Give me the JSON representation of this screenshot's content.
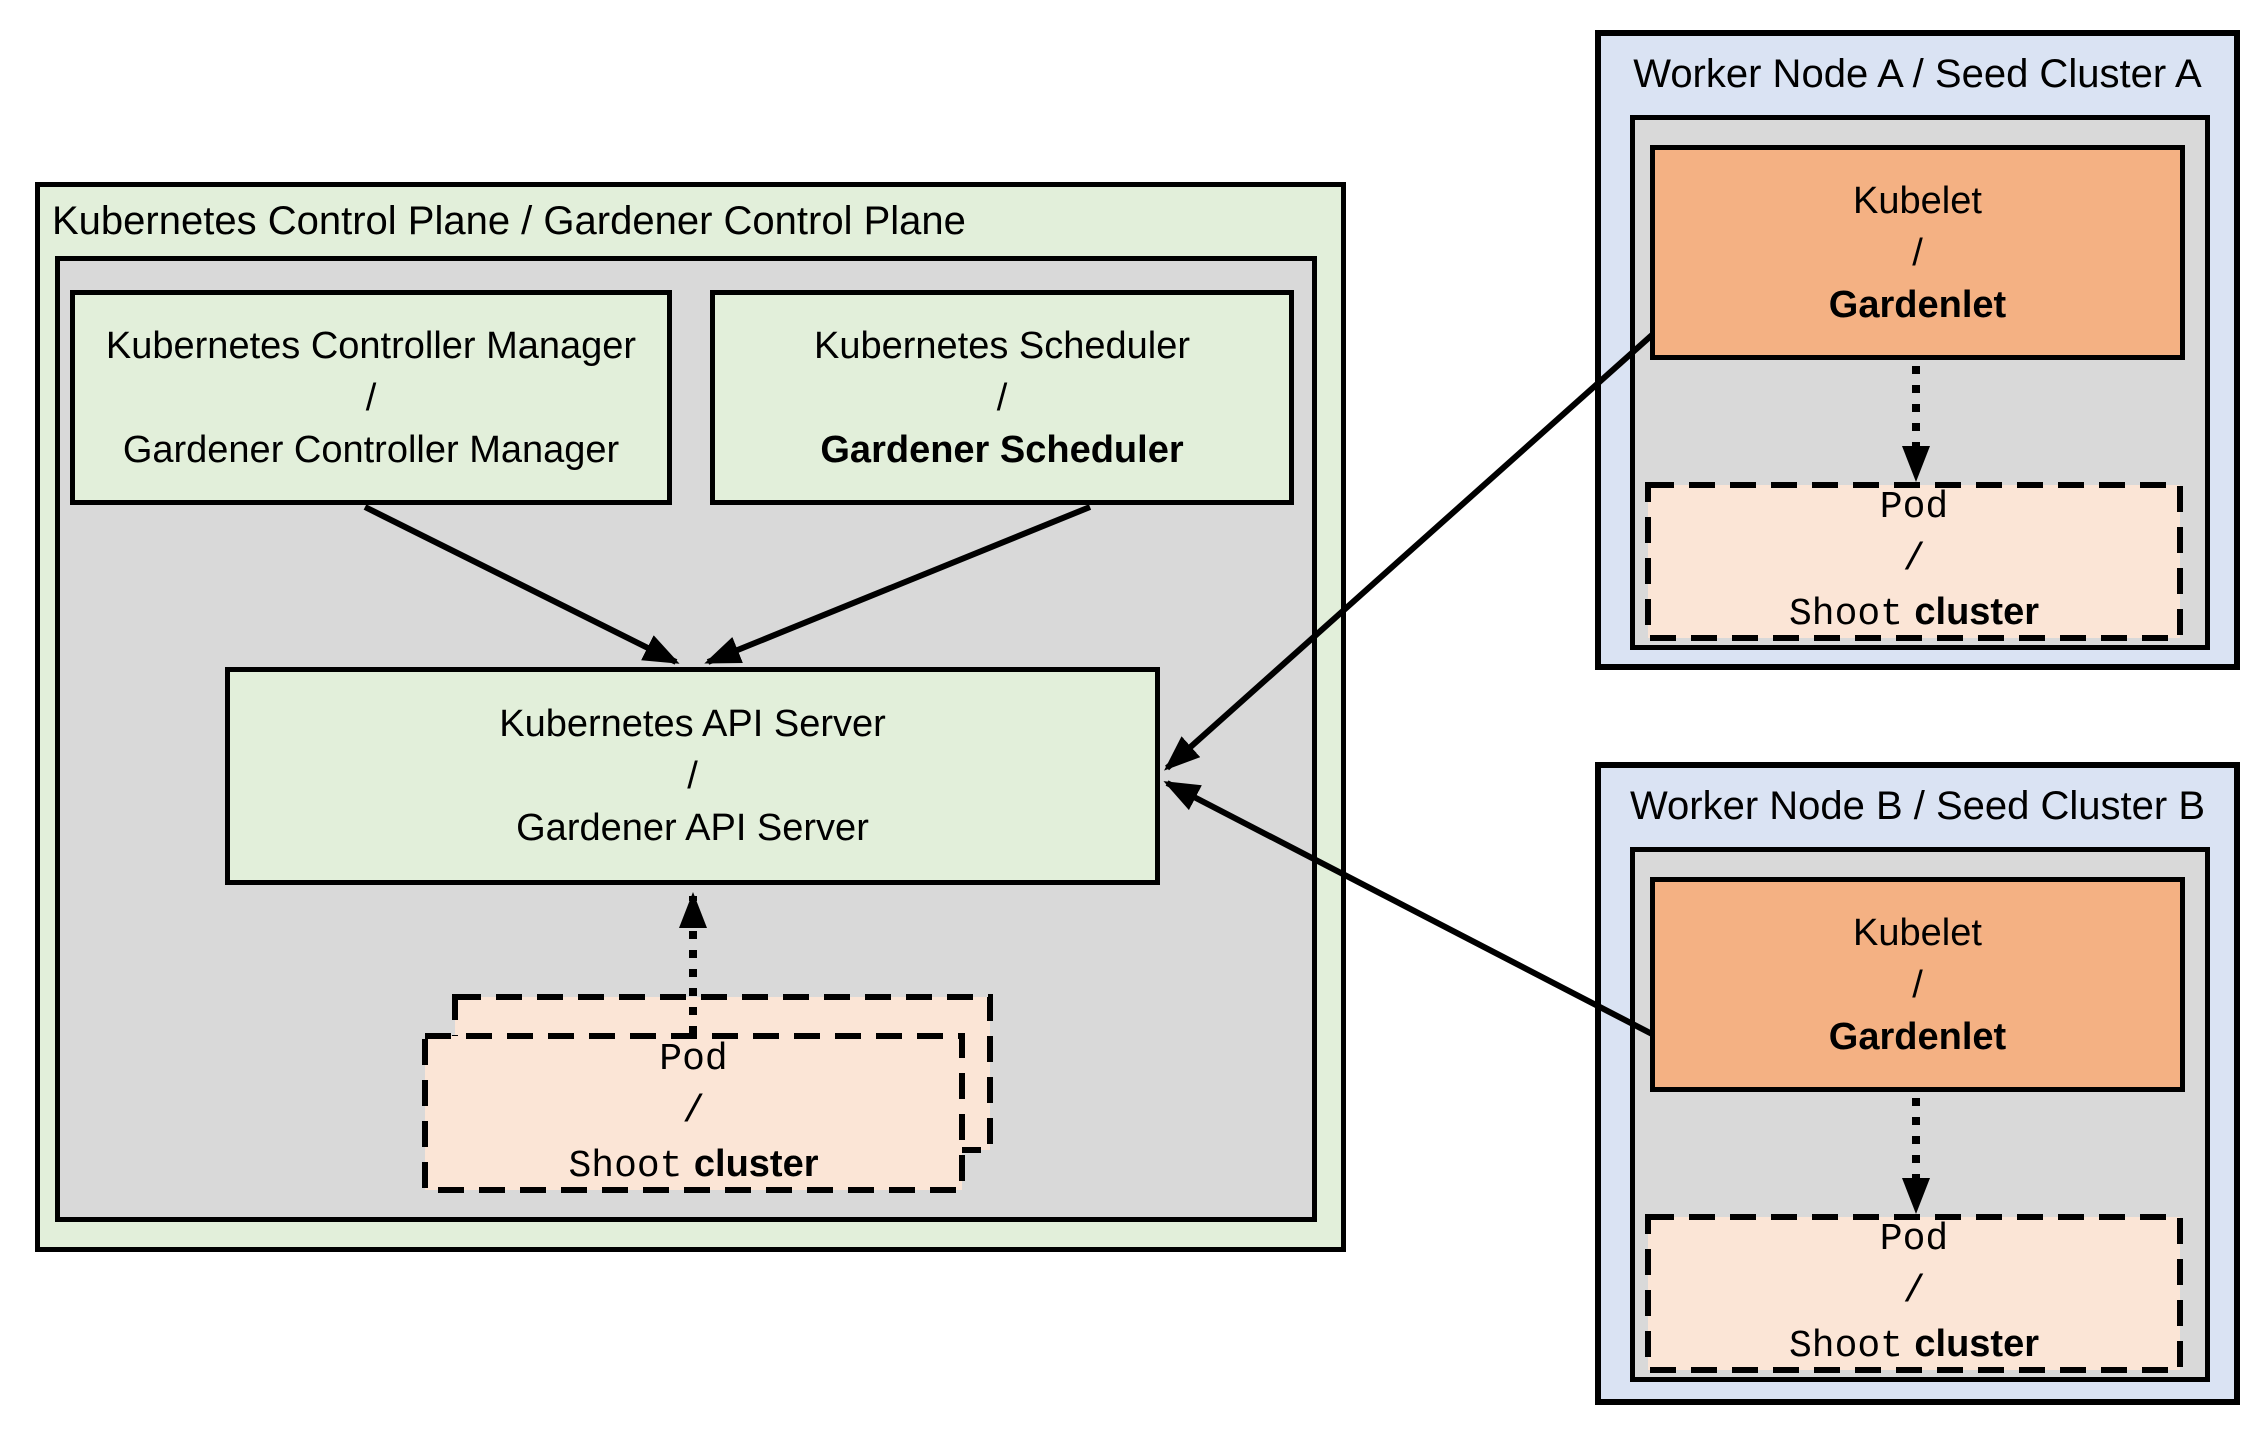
{
  "control_plane": {
    "title": "Kubernetes Control Plane / Gardener Control Plane",
    "controller_manager": {
      "line1": "Kubernetes Controller Manager",
      "separator": "/",
      "line3": "Gardener Controller Manager"
    },
    "scheduler": {
      "line1": "Kubernetes Scheduler",
      "separator": "/",
      "line3": "Gardener Scheduler"
    },
    "api_server": {
      "line1": "Kubernetes API Server",
      "separator": "/",
      "line3": "Gardener API Server"
    },
    "pod": {
      "line1": "Pod",
      "separator": "/",
      "line3_mono": "Shoot",
      "line3_bold": "cluster"
    }
  },
  "worker_a": {
    "title": "Worker Node A / Seed Cluster A",
    "kubelet": {
      "line1": "Kubelet",
      "separator": "/",
      "line3": "Gardenlet"
    },
    "pod": {
      "line1": "Pod",
      "separator": "/",
      "line3_mono": "Shoot",
      "line3_bold": "cluster"
    }
  },
  "worker_b": {
    "title": "Worker Node B / Seed Cluster B",
    "kubelet": {
      "line1": "Kubelet",
      "separator": "/",
      "line3": "Gardenlet"
    },
    "pod": {
      "line1": "Pod",
      "separator": "/",
      "line3_mono": "Shoot",
      "line3_bold": "cluster"
    }
  },
  "colors": {
    "green_fill": "#e2efda",
    "gray_fill": "#d9d9d9",
    "blue_fill": "#dae3f3",
    "orange_fill": "#f4b183",
    "peach_fill": "#fbe5d6",
    "border": "#000000",
    "background": "#ffffff"
  }
}
